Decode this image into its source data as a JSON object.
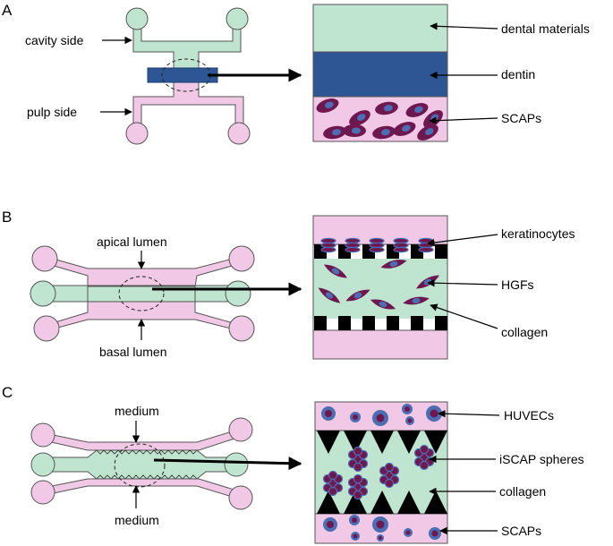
{
  "figure": {
    "colors": {
      "green": "#bfe4cf",
      "pink": "#f1c9e6",
      "blue": "#2e5594",
      "cell_dark": "#6e1850",
      "cell_nucleus": "#4d6db2",
      "black": "#000000"
    },
    "panels": [
      {
        "letter": "A",
        "chip_labels": [
          "cavity side",
          "pulp side"
        ],
        "layer_labels": [
          "dental materials",
          "dentin",
          "SCAPs"
        ]
      },
      {
        "letter": "B",
        "chip_labels": [
          "apical lumen",
          "basal lumen"
        ],
        "layer_labels": [
          "keratinocytes",
          "HGFs",
          "collagen"
        ]
      },
      {
        "letter": "C",
        "chip_labels": [
          "medium",
          "medium"
        ],
        "layer_labels": [
          "HUVECs",
          "iSCAP spheres",
          "collagen",
          "SCAPs"
        ]
      }
    ]
  }
}
